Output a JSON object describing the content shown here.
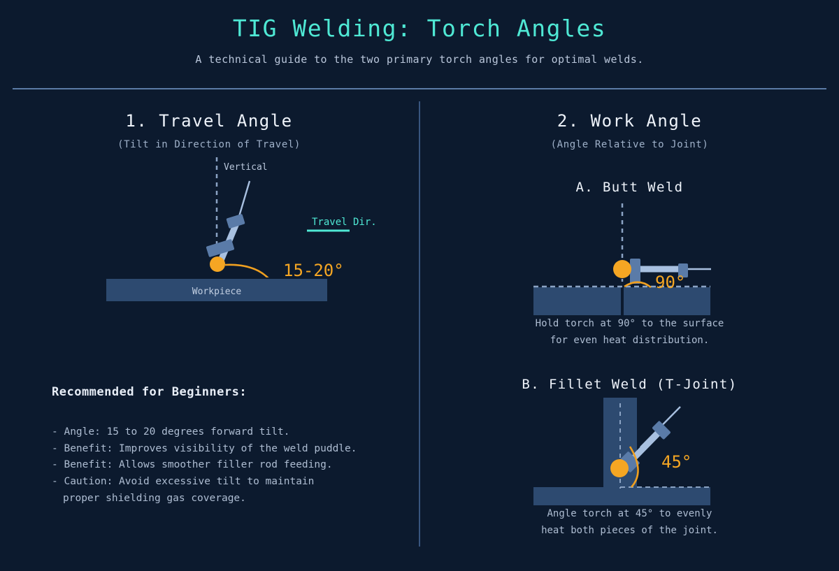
{
  "header": {
    "title": "TIG Welding: Torch Angles",
    "subtitle": "A technical guide to the two primary torch angles for optimal welds."
  },
  "colors": {
    "background": "#0c1a2e",
    "accent_cyan": "#4fe8d4",
    "accent_amber": "#f5a623",
    "plate_fill": "#2d4a70",
    "torch_body": "#a8c0e0",
    "torch_collar": "#5a7ba8",
    "arc_ball": "#f5a623",
    "divider": "#5b7ba6",
    "text_primary": "#eef3fa",
    "text_muted": "#aebdd2"
  },
  "travel_angle": {
    "heading": "1. Travel Angle",
    "subheading": "(Tilt in Direction of Travel)",
    "vertical_label": "Vertical",
    "travel_dir_label": "Travel Dir.",
    "angle_label": "15-20°",
    "workpiece_label": "Workpiece",
    "notes_title": "Recommended for Beginners:",
    "notes": [
      "- Angle: 15 to 20 degrees forward tilt.",
      "- Benefit: Improves visibility of the weld puddle.",
      "- Benefit: Allows smoother filler rod feeding.",
      "- Caution: Avoid excessive tilt to maintain\n  proper shielding gas coverage."
    ]
  },
  "work_angle": {
    "heading": "2. Work Angle",
    "subheading": "(Angle Relative to Joint)",
    "butt_weld": {
      "heading": "A. Butt Weld",
      "angle_label": "90°",
      "caption_line1": "Hold torch at 90°  to the surface",
      "caption_line2": "for even heat distribution."
    },
    "fillet_weld": {
      "heading": "B. Fillet Weld (T-Joint)",
      "angle_label": "45°",
      "caption_line1": "Angle torch at 45°  to evenly",
      "caption_line2": "heat both pieces of the joint."
    }
  },
  "chart_data": {
    "type": "diagram",
    "title": "TIG Welding: Torch Angles",
    "annotations": [
      {
        "name": "travel-angle",
        "value": "15-20°",
        "reference": "vertical"
      },
      {
        "name": "butt-weld-work-angle",
        "value": "90°",
        "reference": "surface"
      },
      {
        "name": "fillet-weld-work-angle",
        "value": "45°",
        "reference": "joint"
      }
    ]
  }
}
